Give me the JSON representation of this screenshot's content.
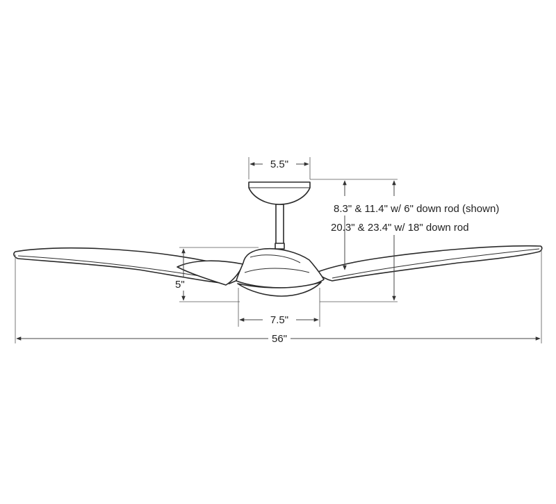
{
  "dimensions": {
    "canopy_width": "5.5\"",
    "drop_short": "8.3\"  & 11.4\" w/ 6\" down rod (shown)",
    "drop_long": "20.3\" & 23.4\" w/ 18\" down rod",
    "motor_height": "5\"",
    "light_width": "7.5\"",
    "span": "56\""
  },
  "colors": {
    "line": "#2a2a2a",
    "text": "#222222",
    "background": "#ffffff"
  }
}
